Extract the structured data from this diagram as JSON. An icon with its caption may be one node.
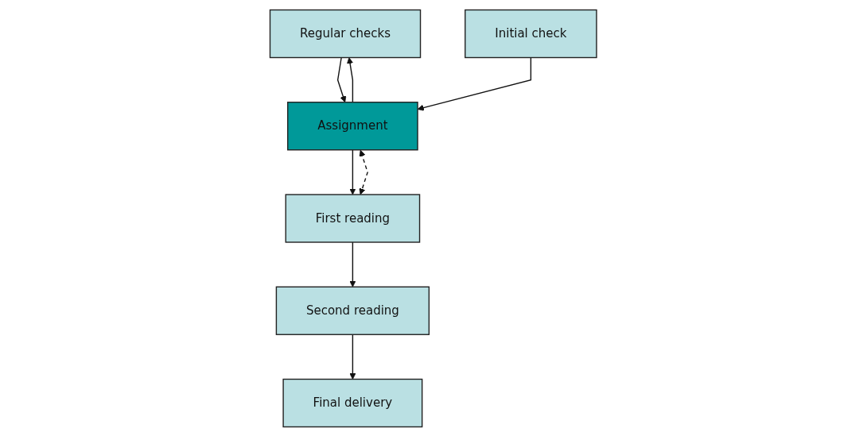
{
  "diagram": {
    "nodes": [
      {
        "text": [
          "Regular checks"
        ]
      },
      {
        "text": [
          "Initial check"
        ]
      },
      {
        "text": [
          "Assignment"
        ]
      },
      {
        "text": [
          "Final delivery"
        ]
      },
      {
        "text": [
          "Second reading"
        ]
      },
      {
        "text": [
          "First reading"
        ]
      }
    ],
    "edges": [
      {
        "from": 0,
        "to": 2,
        "arrow": "to"
      },
      {
        "from": 1,
        "to": 2,
        "arrow": "to"
      },
      {
        "from": 2,
        "to": 0,
        "arrow": "to"
      },
      {
        "from": 2,
        "to": 5,
        "arrow": "to"
      },
      {
        "from": 2,
        "to": 5,
        "arrow": "both",
        "style": "dashed"
      },
      {
        "from": 5,
        "to": 4,
        "arrow": "to"
      },
      {
        "from": 4,
        "to": 3,
        "arrow": "to"
      }
    ]
  }
}
